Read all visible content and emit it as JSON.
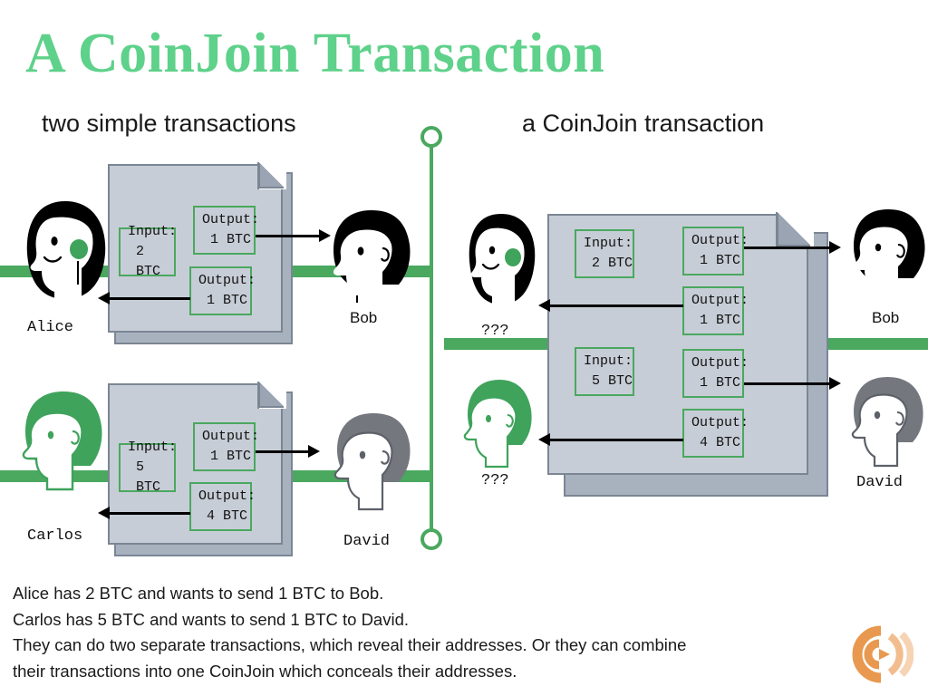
{
  "title": "A CoinJoin Transaction",
  "headings": {
    "left": "two simple transactions",
    "right": "a CoinJoin transaction"
  },
  "colors": {
    "title_green": "#5ed18a",
    "band_green": "#4aa85f",
    "box_border_green": "#4aa85f",
    "doc_fill": "#c7cdd6",
    "doc_border": "#7b8694",
    "doc_shadow": "#a8b2bf",
    "logo_orange": "#e8a06a",
    "text_black": "#111111"
  },
  "simple_transactions": {
    "tx1": {
      "sender_label": "Alice",
      "receiver_label": "Bob",
      "input": {
        "line1": "Input:",
        "line2": "2 BTC"
      },
      "outputs": [
        {
          "line1": "Output:",
          "line2": "1 BTC",
          "direction": "to-receiver"
        },
        {
          "line1": "Output:",
          "line2": "1 BTC",
          "direction": "to-sender"
        }
      ]
    },
    "tx2": {
      "sender_label": "Carlos",
      "receiver_label": "David",
      "input": {
        "line1": "Input:",
        "line2": "5 BTC"
      },
      "outputs": [
        {
          "line1": "Output:",
          "line2": "1 BTC",
          "direction": "to-receiver"
        },
        {
          "line1": "Output:",
          "line2": "4 BTC",
          "direction": "to-sender"
        }
      ]
    }
  },
  "coinjoin_transaction": {
    "sender_labels": [
      "???",
      "???"
    ],
    "receiver_labels": [
      "Bob",
      "David"
    ],
    "inputs": [
      {
        "line1": "Input:",
        "line2": "2 BTC"
      },
      {
        "line1": "Input:",
        "line2": "5 BTC"
      }
    ],
    "outputs": [
      {
        "line1": "Output:",
        "line2": "1 BTC",
        "direction": "to-receiver"
      },
      {
        "line1": "Output:",
        "line2": "1 BTC",
        "direction": "to-sender"
      },
      {
        "line1": "Output:",
        "line2": "1 BTC",
        "direction": "to-receiver"
      },
      {
        "line1": "Output:",
        "line2": "4 BTC",
        "direction": "to-sender"
      }
    ]
  },
  "caption": {
    "line1": "Alice has 2 BTC and wants to send 1 BTC to Bob.",
    "line2": "Carlos has 5 BTC and wants to send 1 BTC to David.",
    "line3": "They can do two separate transactions, which reveal their addresses. Or they can combine",
    "line4": "their transactions into one CoinJoin which conceals their addresses."
  },
  "logo": {
    "name": "concentric-signal-logo"
  }
}
